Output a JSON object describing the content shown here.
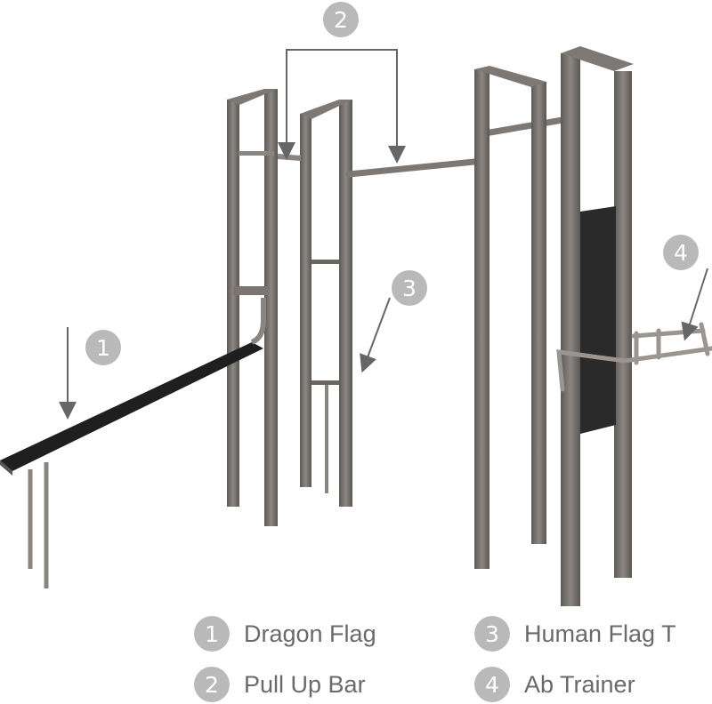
{
  "callouts": [
    {
      "number": "1"
    },
    {
      "number": "2"
    },
    {
      "number": "3"
    },
    {
      "number": "4"
    }
  ],
  "legend": [
    {
      "number": "1",
      "label": "Dragon Flag"
    },
    {
      "number": "2",
      "label": "Pull Up Bar"
    },
    {
      "number": "3",
      "label": "Human Flag T"
    },
    {
      "number": "4",
      "label": "Ab Trainer"
    }
  ],
  "colors": {
    "frame": "#6f6a66",
    "frame_light": "#9a958f",
    "bench": "#1f1f1f",
    "panel": "#2a2a2a",
    "badge": "#b9b9b9",
    "arrow": "#666666",
    "label": "#6a6a6a"
  }
}
